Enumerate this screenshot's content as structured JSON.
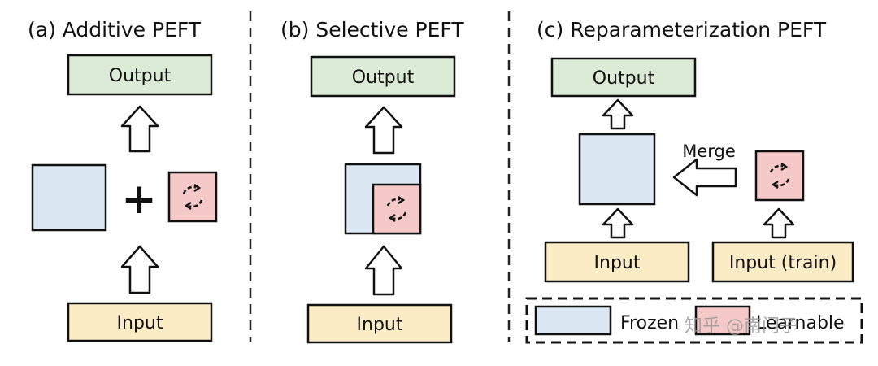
{
  "panels": {
    "additive": {
      "title": "(a) Additive PEFT",
      "output": "Output",
      "input": "Input",
      "plus": "+"
    },
    "selective": {
      "title": "(b) Selective PEFT",
      "output": "Output",
      "input": "Input"
    },
    "reparam": {
      "title": "(c) Reparameterization PEFT",
      "output": "Output",
      "input": "Input",
      "input_train": "Input (train)",
      "merge": "Merge"
    }
  },
  "legend": {
    "frozen": "Frozen",
    "learnable": "Learnable"
  },
  "watermark": "知乎 @南门子",
  "colors": {
    "output_fill": "#dcebd6",
    "input_fill": "#fbecc6",
    "frozen_fill": "#dbe7f3",
    "learnable_fill": "#f6c9c9",
    "stroke": "#111111"
  },
  "icons": {
    "learnable_symbol": "refresh-cycle-icon",
    "arrow": "hollow-arrow"
  }
}
